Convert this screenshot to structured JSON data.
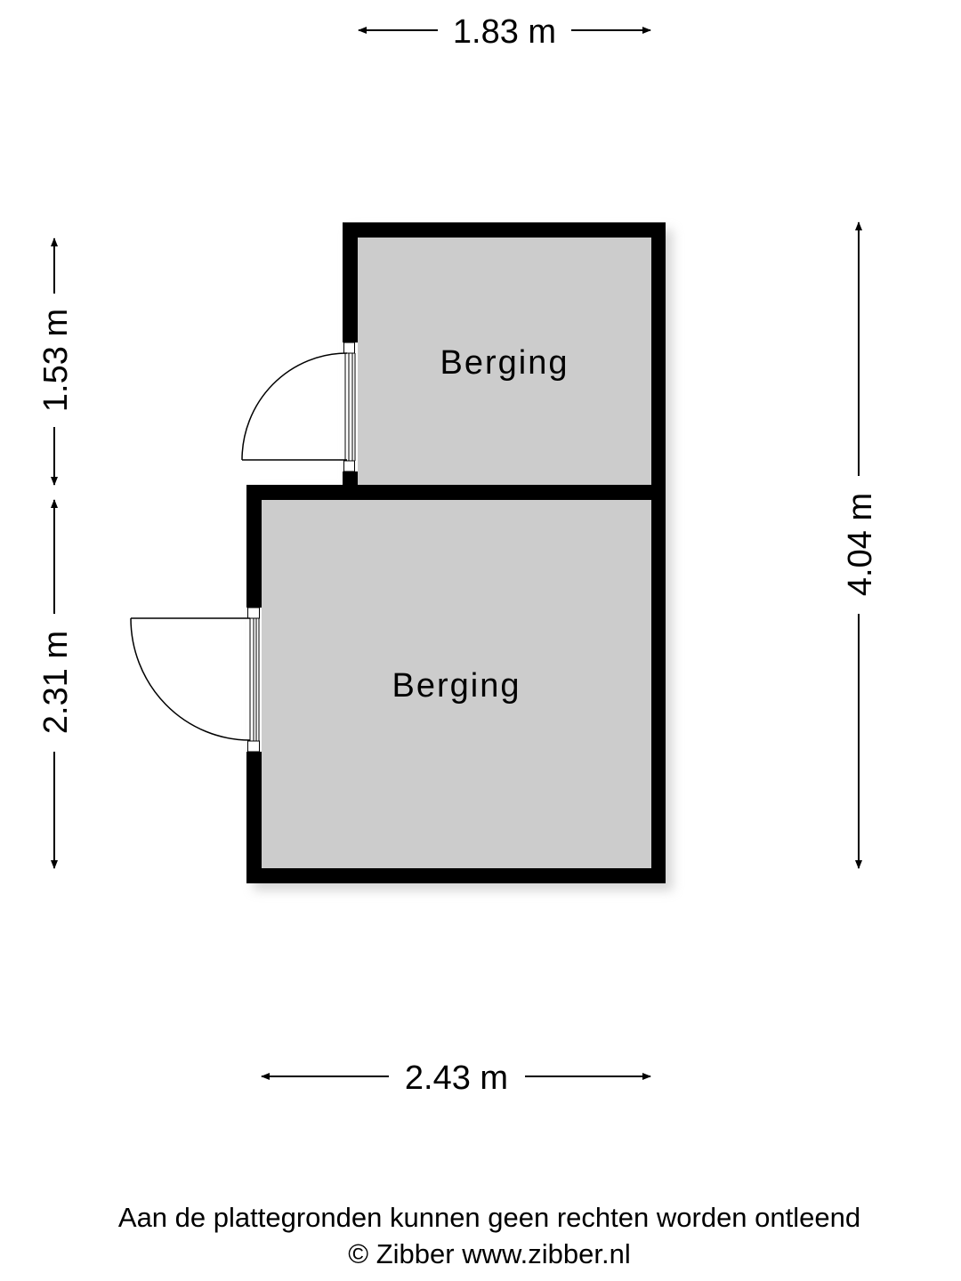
{
  "rooms": [
    {
      "label": "Berging"
    },
    {
      "label": "Berging"
    }
  ],
  "dimensions": {
    "top_width": "1.83 m",
    "bottom_width": "2.43 m",
    "left_upper_height": "1.53 m",
    "left_lower_height": "2.31 m",
    "right_total_height": "4.04 m"
  },
  "footer": {
    "disclaimer": "Aan de plattegronden kunnen geen rechten worden ontleend",
    "copyright": "© Zibber www.zibber.nl"
  },
  "colors": {
    "floor": "#cccccc",
    "wall": "#000000"
  }
}
